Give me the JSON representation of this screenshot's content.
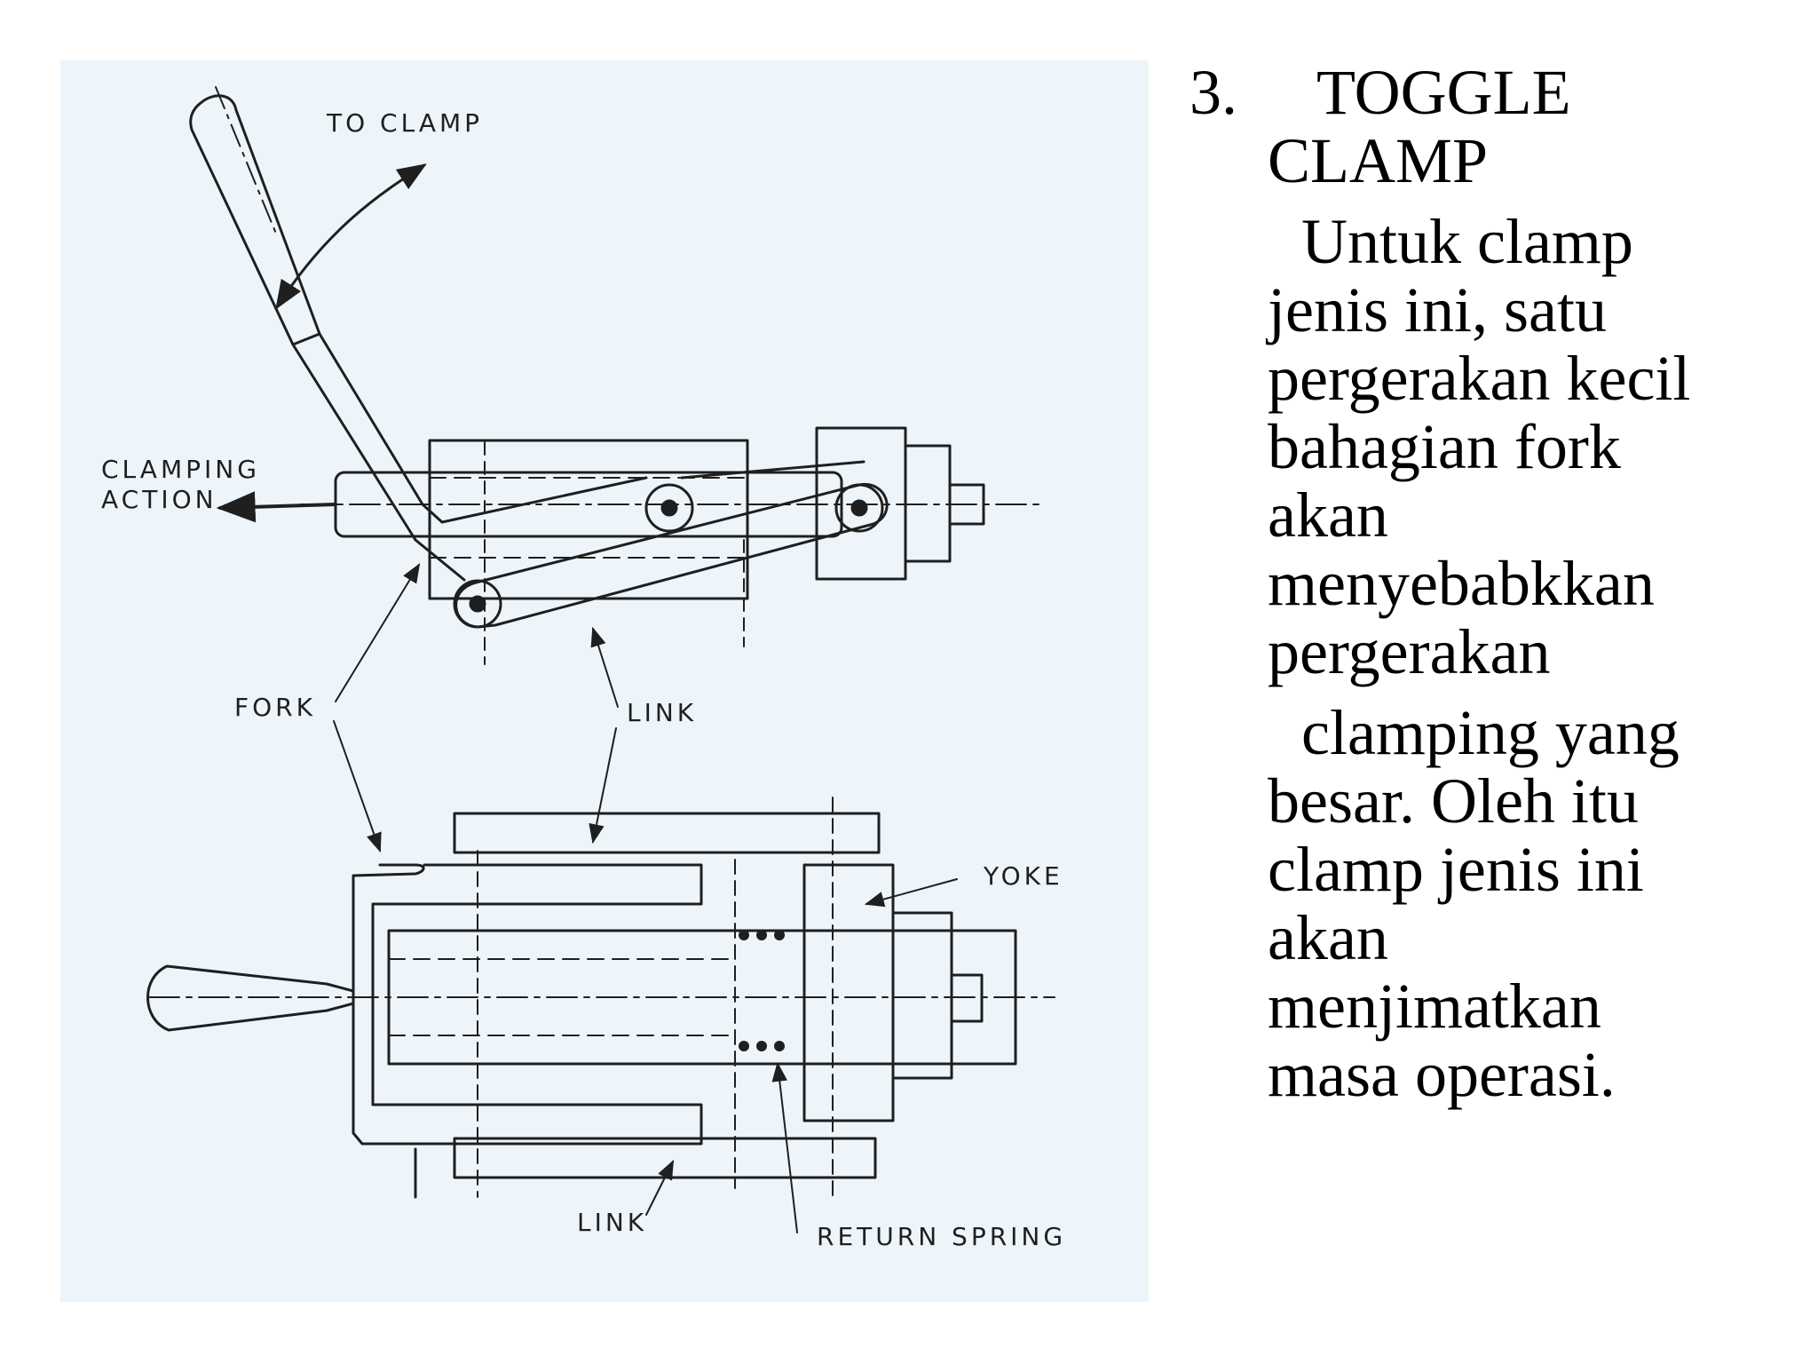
{
  "slide": {
    "number": "3.",
    "title_line1": "TOGGLE",
    "title_line2": "CLAMP",
    "paragraph1": [
      "Untuk clamp",
      "jenis ini, satu",
      "pergerakan kecil",
      "bahagian fork",
      "akan",
      "menyebabkkan",
      "pergerakan"
    ],
    "paragraph2": [
      "clamping yang",
      "besar. Oleh itu",
      "clamp jenis ini",
      "akan",
      "menjimatkan",
      "masa operasi."
    ]
  },
  "diagram": {
    "labels": {
      "to_clamp": "TO CLAMP",
      "clamping_action_1": "CLAMPING",
      "clamping_action_2": "ACTION",
      "fork": "FORK",
      "link_top": "LINK",
      "yoke": "YOKE",
      "link_bottom": "LINK",
      "return_spring": "RETURN SPRING"
    }
  }
}
